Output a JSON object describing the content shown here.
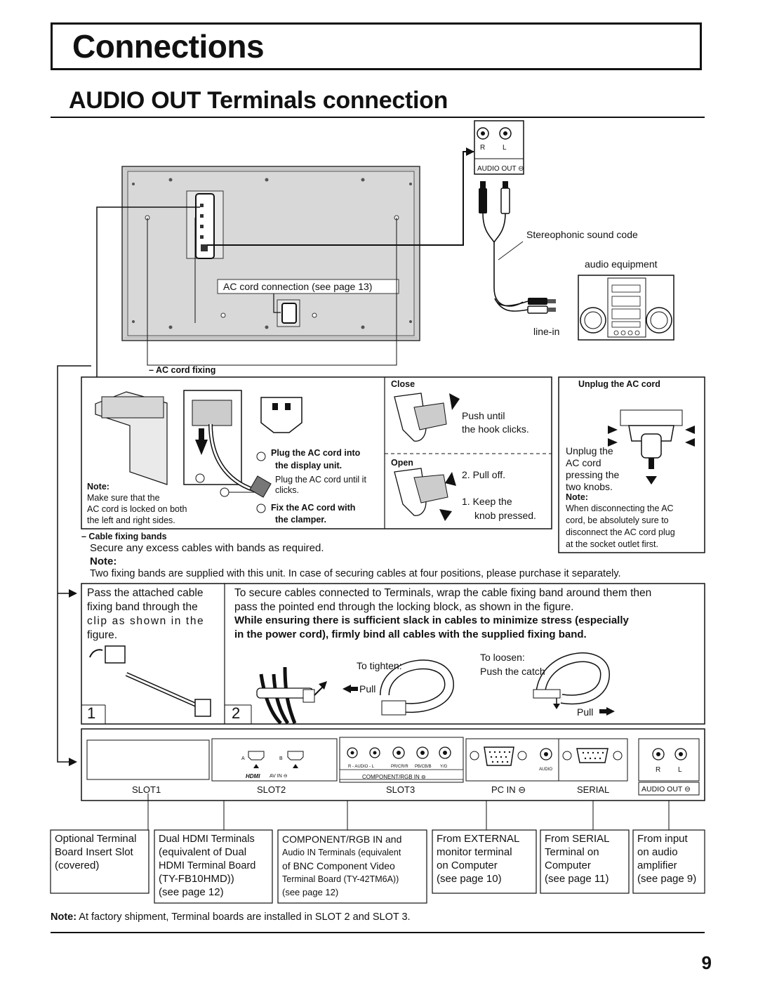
{
  "page": {
    "title": "Connections",
    "subtitle": "AUDIO OUT Terminals connection",
    "page_number": "9"
  },
  "diagram": {
    "rl_top": {
      "r": "R",
      "l": "L",
      "label": "AUDIO OUT"
    },
    "stereo_cord": "Stereophonic sound code",
    "audio_equipment": "audio equipment",
    "line_in": "line-in",
    "ac_cord_connection": "AC cord connection (see page 13)"
  },
  "ac_fixing": {
    "heading": "– AC cord fixing",
    "step1_title": "Plug the AC cord into the display unit.",
    "step1_body": "Plug the AC cord until it clicks.",
    "step2_title": "Fix the AC cord with the clamper.",
    "note_label": "Note:",
    "note_body": [
      "Make sure that the",
      "AC cord is locked on both",
      "the left and right sides."
    ],
    "close": "Close",
    "close_body": [
      "Push until",
      "the hook clicks."
    ],
    "open": "Open",
    "pull_off": "2. Pull off.",
    "keep": [
      "1. Keep the",
      "knob pressed."
    ]
  },
  "unplug": {
    "heading": "Unplug the AC cord",
    "body": [
      "Unplug the",
      "AC cord",
      "pressing the",
      "two knobs."
    ],
    "note_label": "Note:",
    "note_body": [
      "When disconnecting the AC",
      "cord, be absolutely sure to",
      "disconnect the AC cord plug",
      "at the socket outlet first."
    ]
  },
  "cable_bands": {
    "heading": "– Cable fixing bands",
    "line1": "Secure any excess cables with bands as required.",
    "note_label": "Note:",
    "note_body": "Two fixing bands are supplied with this unit. In case of securing cables at four positions, please purchase it separately.",
    "left_text": [
      "Pass the attached cable",
      "fixing band through the",
      "clip as shown in the",
      "figure."
    ],
    "right_text": [
      "To secure cables connected to Terminals, wrap the cable fixing band around them then",
      "pass the pointed end through the locking block, as shown in the figure."
    ],
    "right_bold": [
      "While ensuring there is sufficient slack in cables to minimize stress (especially",
      "in the power cord), firmly bind all cables with the supplied fixing band."
    ],
    "step1": "1",
    "step2": "2",
    "to_tighten": "To tighten:",
    "pull": "Pull",
    "to_loosen": "To loosen:",
    "push_catch": "Push the catch",
    "pull2": "Pull"
  },
  "panel": {
    "slot1": "SLOT1",
    "slot2": "SLOT2",
    "slot3": "SLOT3",
    "pc_in": "PC   IN",
    "serial": "SERIAL",
    "audio_out": "AUDIO OUT",
    "hdmi_a": "A",
    "hdmi_b": "B",
    "av_in": "AV IN",
    "hdmi": "HDMI",
    "comp_labels": [
      "R - AUDIO - L",
      "PR/CR/R",
      "PB/CB/B",
      "Y/G"
    ],
    "component_label": "COMPONENT/RGB IN",
    "audio_small": "AUDIO",
    "r": "R",
    "l": "L"
  },
  "bottom_labels": [
    [
      "Optional Terminal",
      "Board Insert Slot",
      "(covered)"
    ],
    [
      "Dual HDMI Terminals",
      "(equivalent of Dual",
      "HDMI Terminal Board",
      "(TY-FB10HMD))",
      "(see page 12)"
    ],
    [
      "COMPONENT/RGB IN and",
      "Audio IN Terminals (equivalent",
      "of BNC Component Video",
      "Terminal Board (TY-42TM6A))",
      "(see page 12)"
    ],
    [
      "From EXTERNAL",
      "monitor terminal",
      "on Computer",
      "(see page 10)"
    ],
    [
      "From SERIAL",
      "Terminal on",
      "Computer",
      "(see page 11)"
    ],
    [
      "From input",
      "on audio",
      "amplifier",
      "(see page 9)"
    ]
  ],
  "footer": {
    "note_label": "Note:",
    "note_body": " At factory shipment, Terminal boards are installed in SLOT 2 and SLOT 3."
  }
}
